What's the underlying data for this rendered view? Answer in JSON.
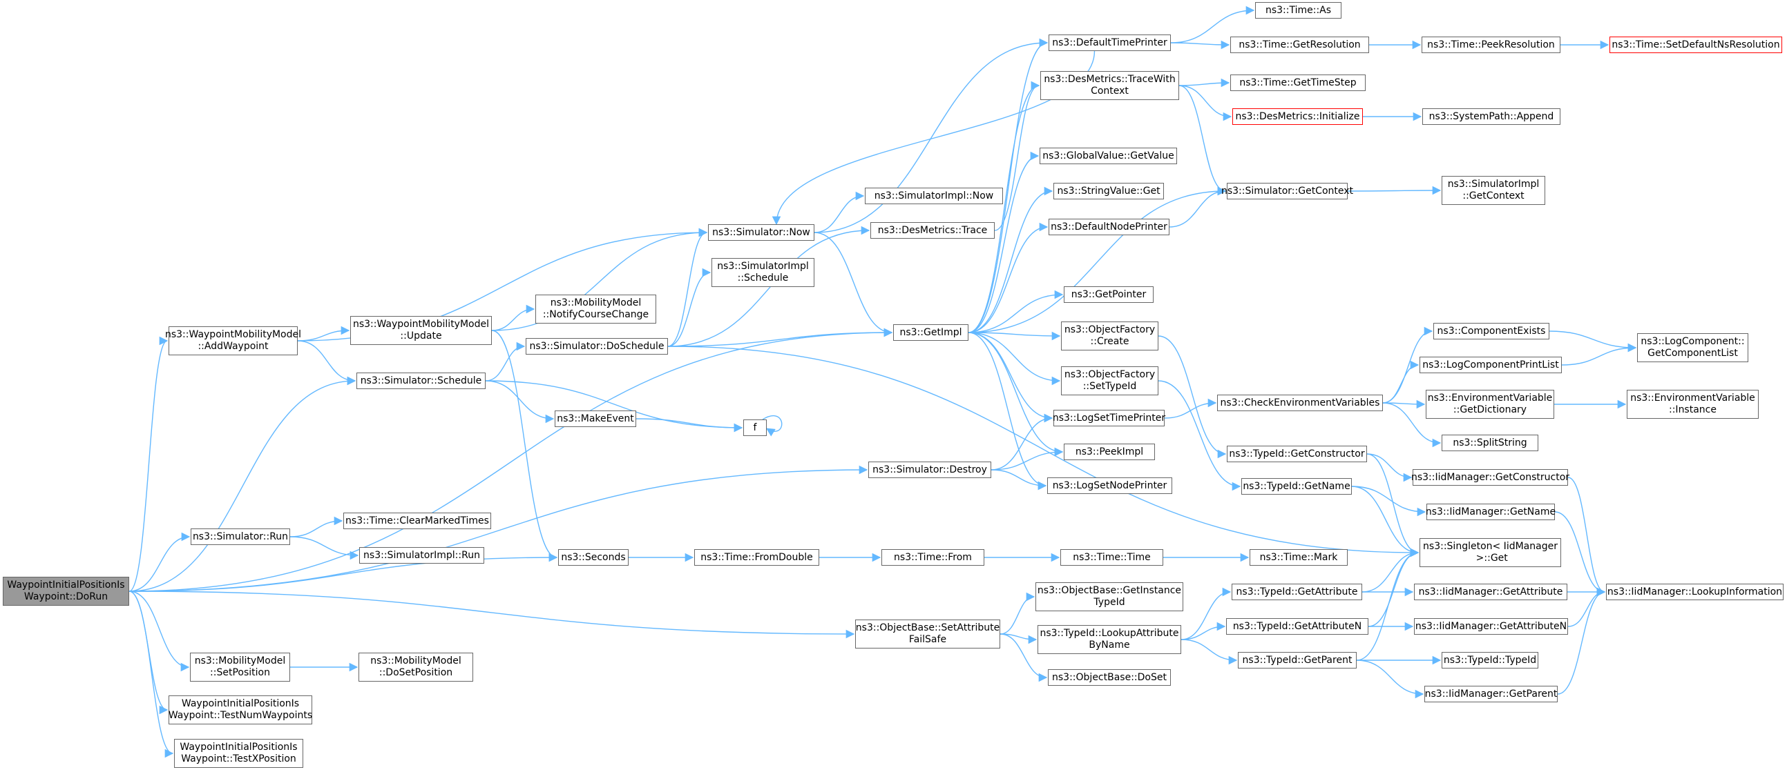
{
  "graph": {
    "edge_color": "#63b8ff",
    "root_fill": "#999999",
    "truncated_border": "#ff0000",
    "nodes": {
      "doRun": "WaypointInitialPositionIs\nWaypoint::DoRun",
      "addWaypoint": "ns3::WaypointMobilityModel\n::AddWaypoint",
      "simSchedule": "ns3::Simulator::Schedule",
      "simDestroy": "ns3::Simulator::Destroy",
      "getImpl": "ns3::GetImpl",
      "simRun": "ns3::Simulator::Run",
      "seconds": "ns3::Seconds",
      "setAttrFailSafe": "ns3::ObjectBase::SetAttribute\nFailSafe",
      "setPosition": "ns3::MobilityModel\n::SetPosition",
      "testNumWaypoints": "WaypointInitialPositionIs\nWaypoint::TestNumWaypoints",
      "testXPosition": "WaypointInitialPositionIs\nWaypoint::TestXPosition",
      "wmmUpdate": "ns3::WaypointMobilityModel\n::Update",
      "simNow": "ns3::Simulator::Now",
      "simDoSchedule": "ns3::Simulator::DoSchedule",
      "notifyCourse": "ns3::MobilityModel\n::NotifyCourseChange",
      "defaultTimePrinter": "ns3::DefaultTimePrinter",
      "simImplNow": "ns3::SimulatorImpl::Now",
      "desTrace": "ns3::DesMetrics::Trace",
      "desTraceCtx": "ns3::DesMetrics::TraceWith\nContext",
      "simGetContext": "ns3::Simulator::GetContext",
      "simImplSchedule": "ns3::SimulatorImpl\n::Schedule",
      "makeEvent": "ns3::MakeEvent",
      "f": "f",
      "singletonGet": "ns3::Singleton< IidManager\n >::Get",
      "clearMarked": "ns3::Time::ClearMarkedTimes",
      "simImplRun": "ns3::SimulatorImpl::Run",
      "timeFromDouble": "ns3::Time::FromDouble",
      "timeFrom": "ns3::Time::From",
      "timeTime": "ns3::Time::Time",
      "timeMark": "ns3::Time::Mark",
      "getInstanceTypeId": "ns3::ObjectBase::GetInstance\nTypeId",
      "lookupAttrByName": "ns3::TypeId::LookupAttribute\nByName",
      "doSet": "ns3::ObjectBase::DoSet",
      "doSetPosition": "ns3::MobilityModel\n::DoSetPosition",
      "timeAs": "ns3::Time::As",
      "timeGetRes": "ns3::Time::GetResolution",
      "peekRes": "ns3::Time::PeekResolution",
      "setDefaultNsRes": "ns3::Time::SetDefaultNsResolution",
      "timeGetTimeStep": "ns3::Time::GetTimeStep",
      "desInit": "ns3::DesMetrics::Initialize",
      "sysPathAppend": "ns3::SystemPath::Append",
      "globalValueGet": "ns3::GlobalValue::GetValue",
      "stringValueGet": "ns3::StringValue::Get",
      "defaultNodePrinter": "ns3::DefaultNodePrinter",
      "simImplGetContext": "ns3::SimulatorImpl\n::GetContext",
      "getPointer": "ns3::GetPointer",
      "ofCreate": "ns3::ObjectFactory\n::Create",
      "ofSetTypeId": "ns3::ObjectFactory\n::SetTypeId",
      "logSetTimePrinter": "ns3::LogSetTimePrinter",
      "peekImpl": "ns3::PeekImpl",
      "logSetNodePrinter": "ns3::LogSetNodePrinter",
      "checkEnv": "ns3::CheckEnvironmentVariables",
      "componentExists": "ns3::ComponentExists",
      "logCompPrintList": "ns3::LogComponentPrintList",
      "envGetDict": "ns3::EnvironmentVariable\n::GetDictionary",
      "splitString": "ns3::SplitString",
      "logCompGetList": "ns3::LogComponent::\nGetComponentList",
      "envInstance": "ns3::EnvironmentVariable\n::Instance",
      "typeIdGetCtor": "ns3::TypeId::GetConstructor",
      "typeIdGetName": "ns3::TypeId::GetName",
      "iidGetCtor": "ns3::IidManager::GetConstructor",
      "iidGetName": "ns3::IidManager::GetName",
      "typeIdGetAttr": "ns3::TypeId::GetAttribute",
      "typeIdGetAttrN": "ns3::TypeId::GetAttributeN",
      "typeIdGetParent": "ns3::TypeId::GetParent",
      "iidGetAttr": "ns3::IidManager::GetAttribute",
      "iidGetAttrN": "ns3::IidManager::GetAttributeN",
      "typeIdTypeId": "ns3::TypeId::TypeId",
      "iidGetParent": "ns3::IidManager::GetParent",
      "iidLookup": "ns3::IidManager::LookupInformation"
    }
  }
}
